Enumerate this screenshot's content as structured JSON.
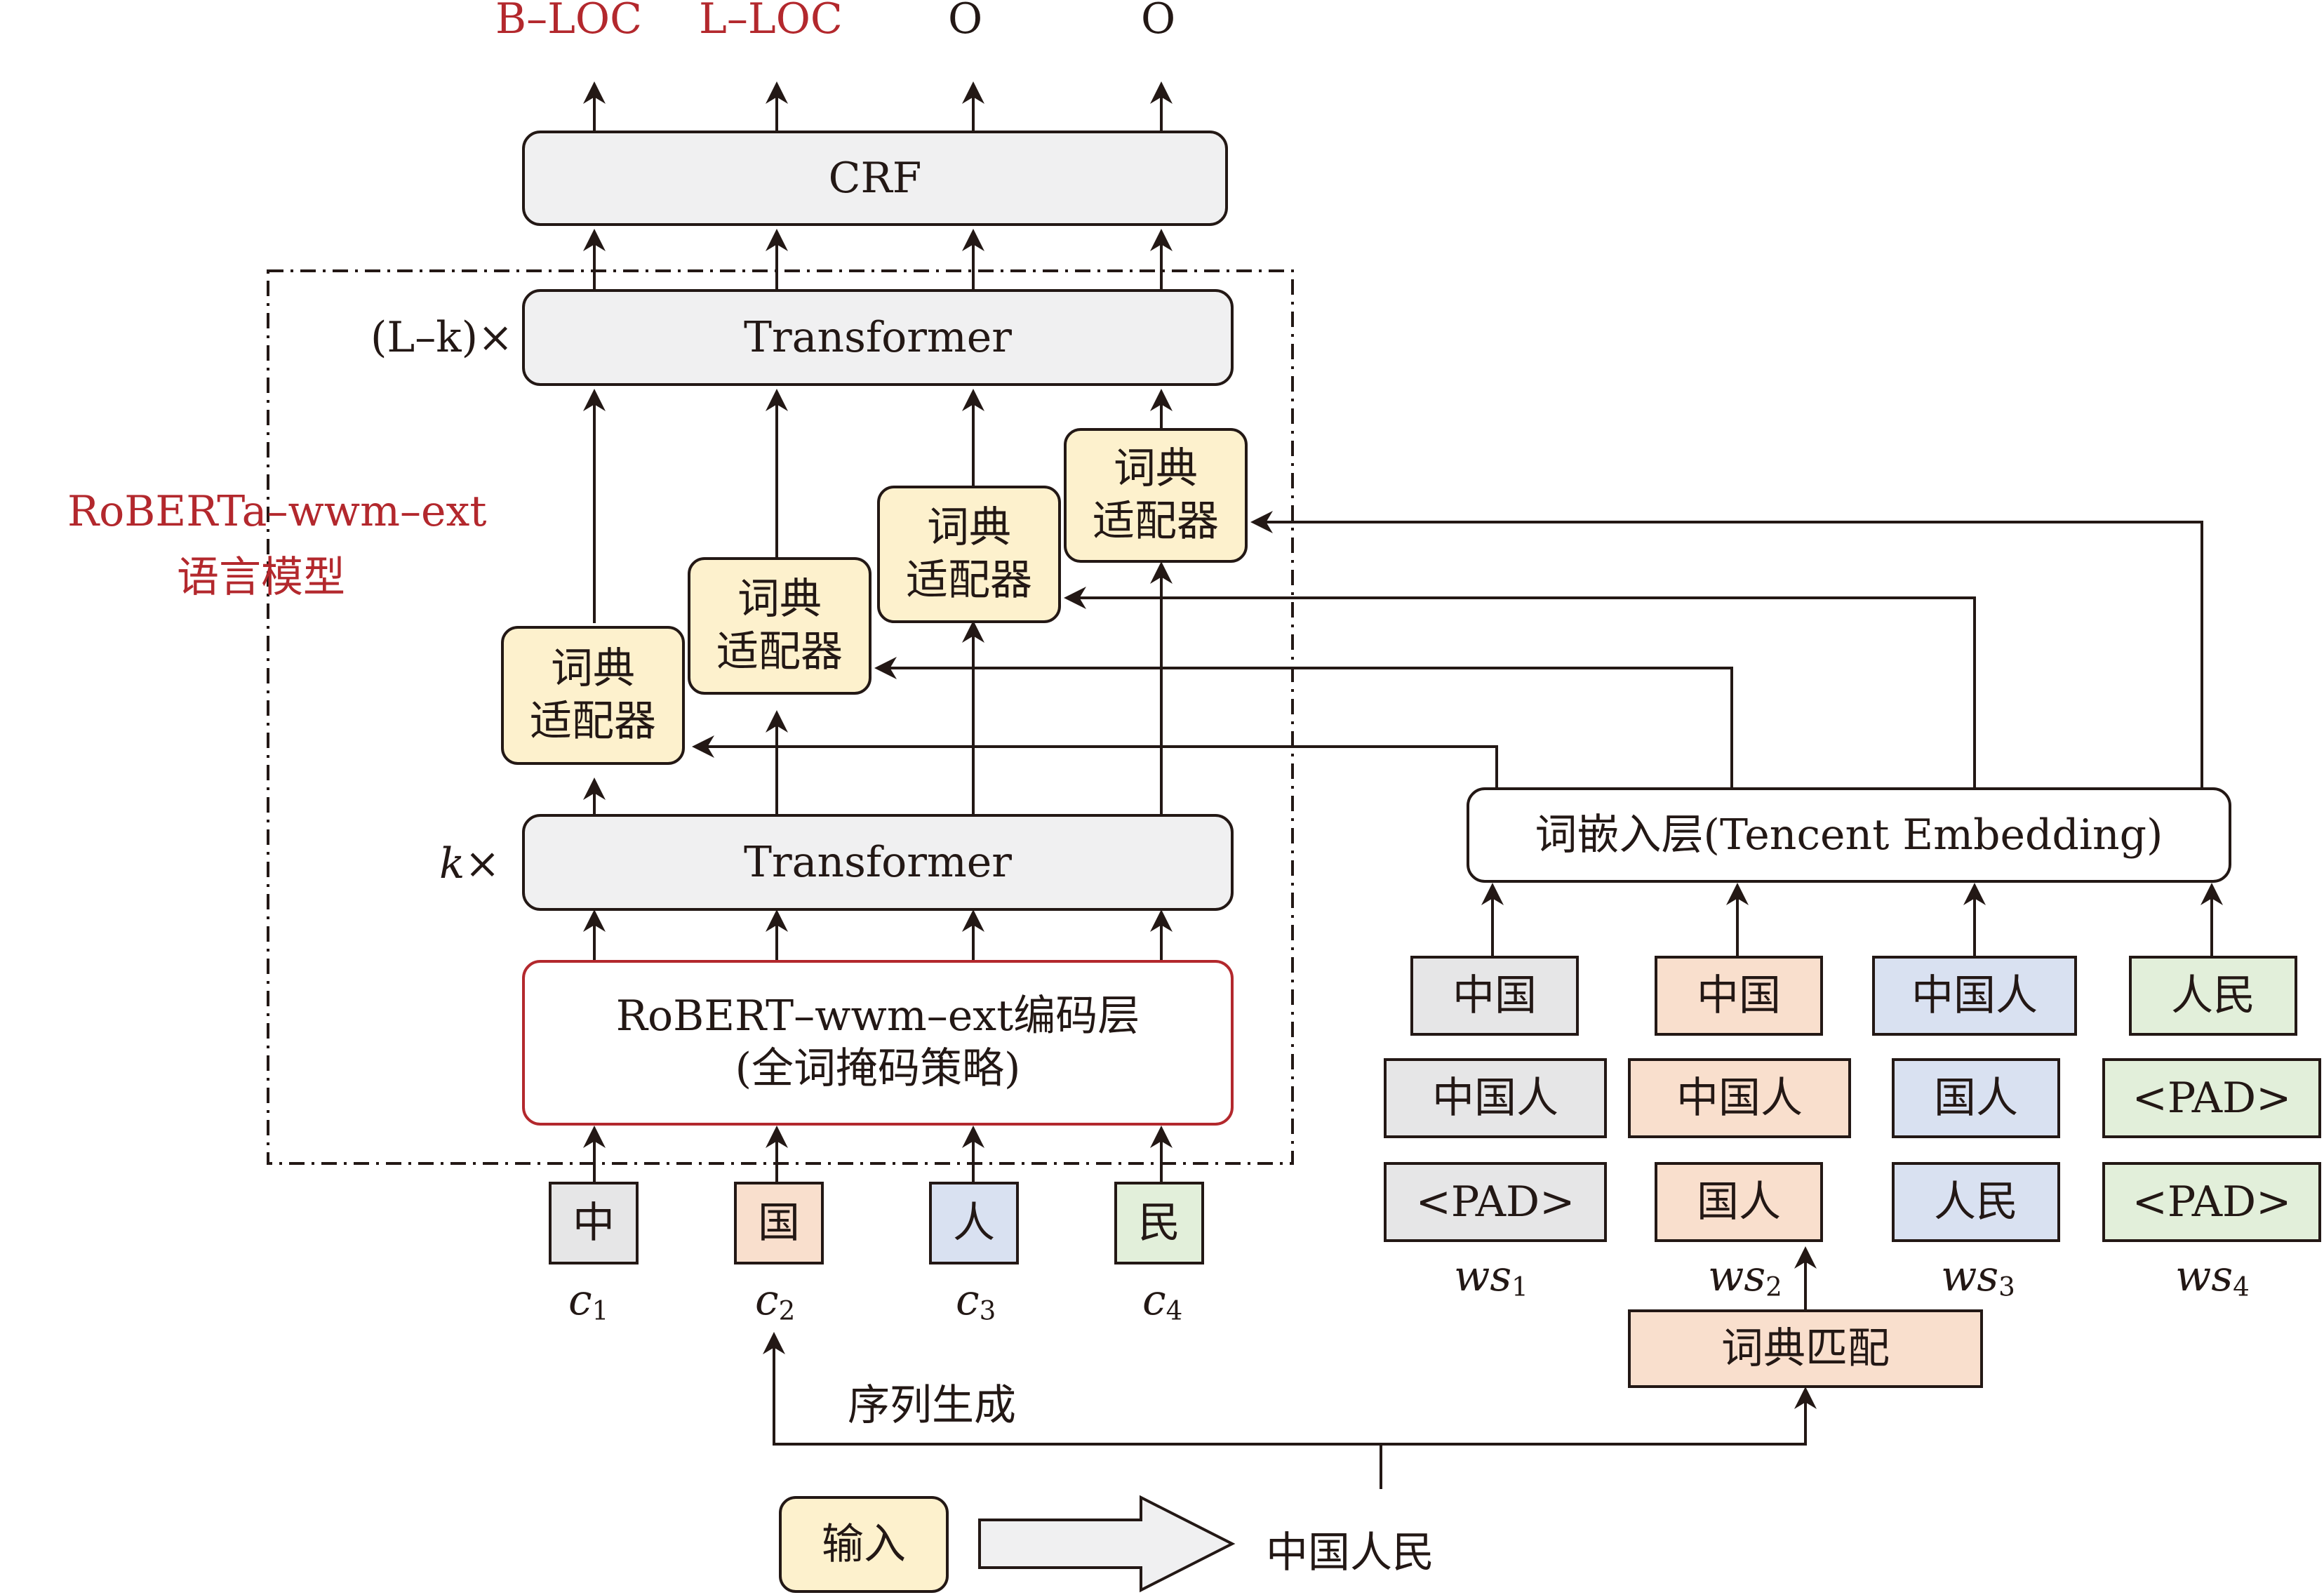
{
  "outputs": [
    "B–LOC",
    "L–LOC",
    "O",
    "O"
  ],
  "crf": "CRF",
  "transformer_top": "Transformer",
  "transformer_top_repeat": "(L–k)×",
  "transformer_bottom": "Transformer",
  "transformer_bottom_repeat": "k×",
  "model_label_line1": "RoBERTa–wwm–ext",
  "model_label_line2": "语言模型",
  "adapter_line1": "词典",
  "adapter_line2": "适配器",
  "encoder_line1": "RoBERT–wwm–ext编码层",
  "encoder_line2": "(全词掩码策略)",
  "chars": [
    "中",
    "国",
    "人",
    "民"
  ],
  "char_symbol": "c",
  "char_indices": [
    "1",
    "2",
    "3",
    "4"
  ],
  "embedding_layer": "词嵌入层(Tencent Embedding)",
  "word_sets": [
    [
      "中国",
      "中国人",
      "<PAD>"
    ],
    [
      "中国",
      "中国人",
      "国人"
    ],
    [
      "中国人",
      "国人",
      "人民"
    ],
    [
      "人民",
      "<PAD>",
      "<PAD>"
    ]
  ],
  "ws_symbol": "ws",
  "ws_indices": [
    "1",
    "2",
    "3",
    "4"
  ],
  "dict_match": "词典匹配",
  "sequence_gen": "序列生成",
  "input_label": "输入",
  "input_text": "中国人民",
  "colors": {
    "ink": "#231815",
    "accent_red": "#b3282d",
    "gray_box": "#f0f0f1",
    "adapter_yellow": "#fdf1cd",
    "set1": "#e6e6e7",
    "set2": "#f9dfcd",
    "set3": "#d9e1f1",
    "set4": "#e2efda"
  }
}
